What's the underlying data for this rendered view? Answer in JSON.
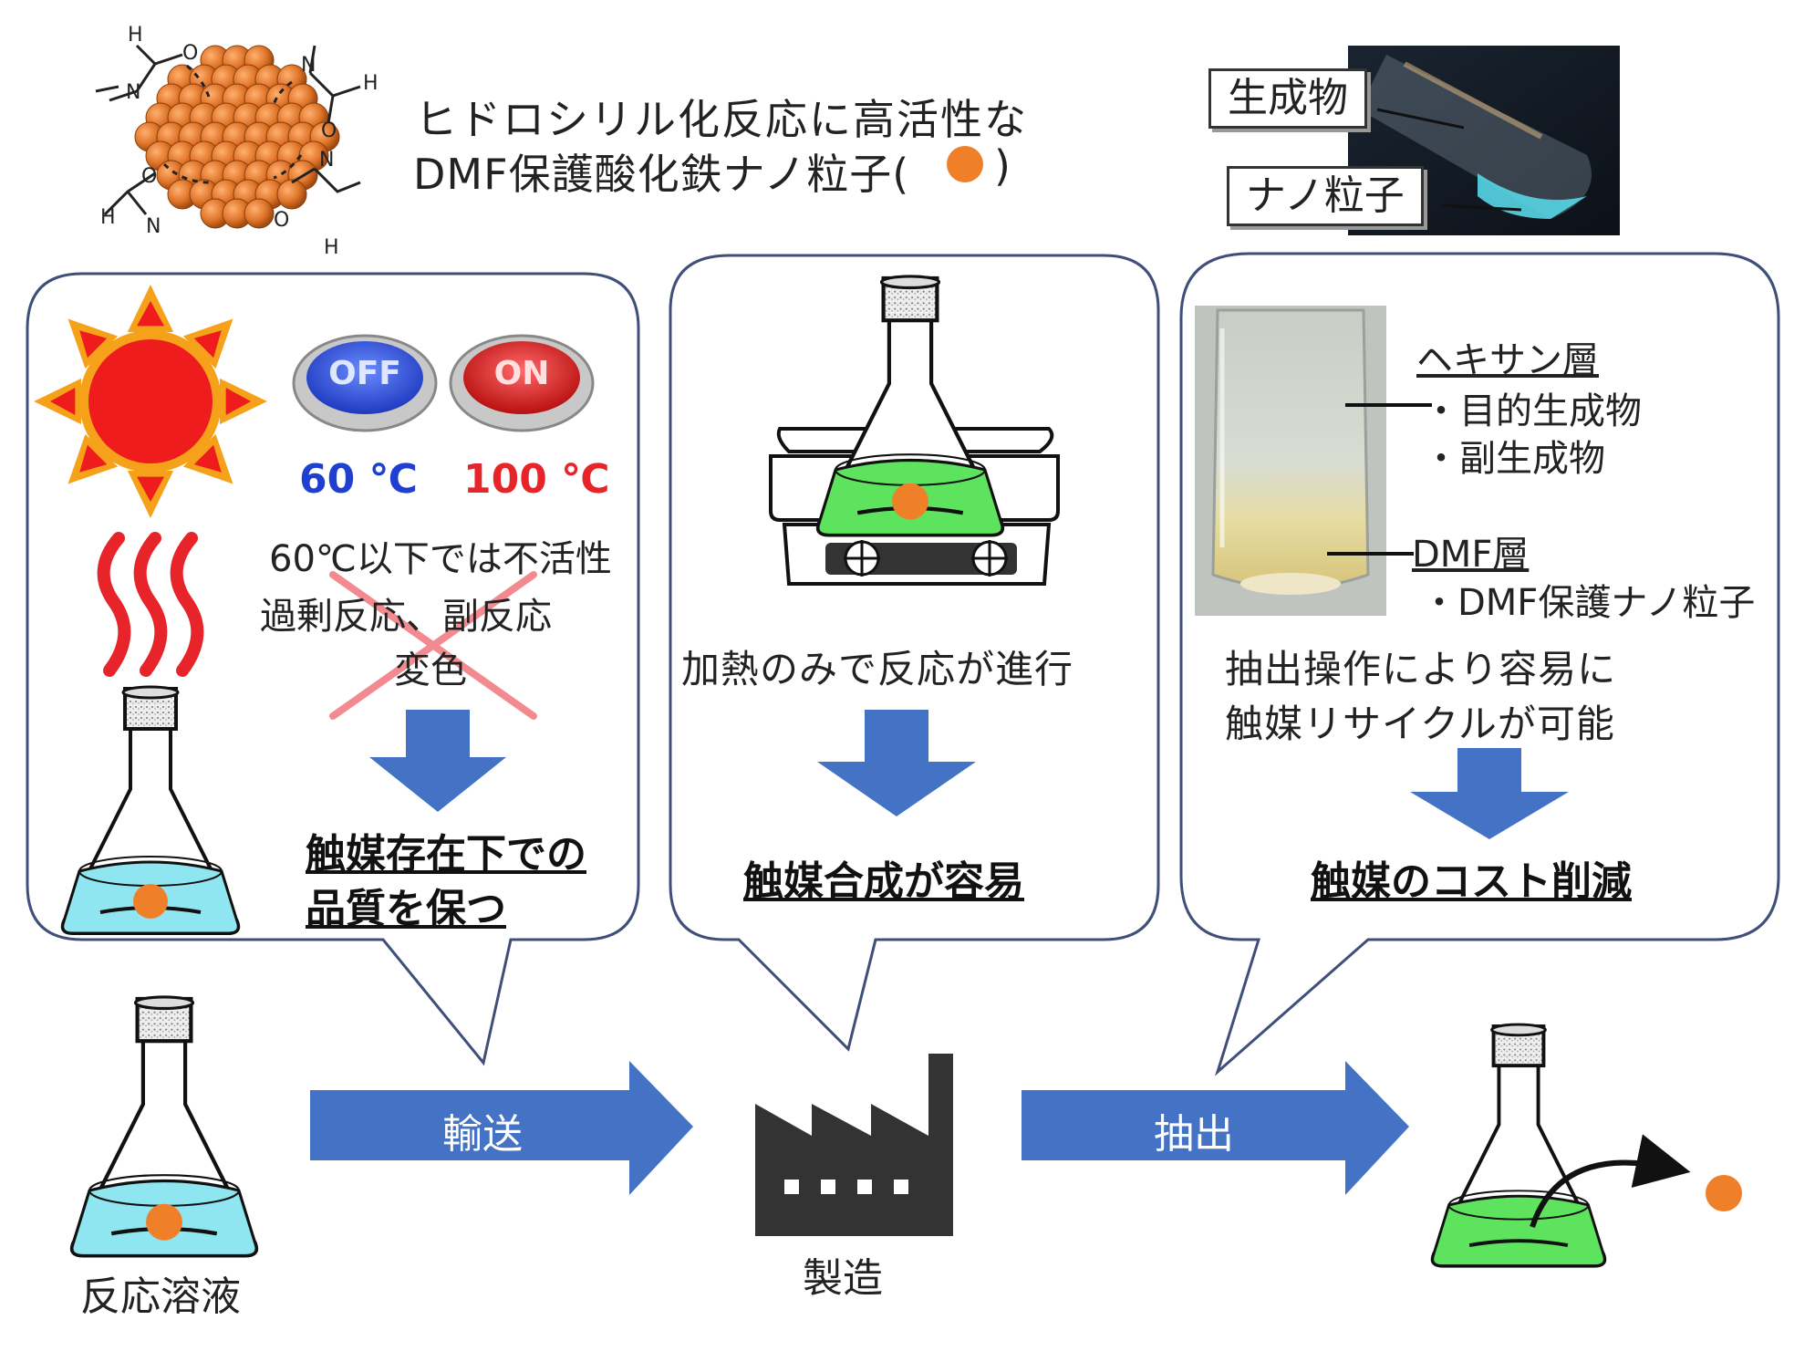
{
  "header": {
    "title_line1": "ヒドロシリル化反応に高活性な",
    "title_line2": "DMF保護酸化鉄ナノ粒子(",
    "title_line2_end": ")"
  },
  "photo_labels": {
    "product": "生成物",
    "nanoparticle": "ナノ粒子"
  },
  "panel_left": {
    "off_label": "OFF",
    "on_label": "ON",
    "temp_low": "60 ℃",
    "temp_high": "100 ℃",
    "note_1": "60℃以下では不活性",
    "note_2": "過剰反応、副反応",
    "note_3": "変色",
    "result_1": "触媒存在下での",
    "result_2": "品質を保つ"
  },
  "panel_mid": {
    "note": "加熱のみで反応が進行",
    "result": "触媒合成が容易"
  },
  "panel_right": {
    "hexane_layer": "ヘキサン層",
    "hexane_item1": "・目的生成物",
    "hexane_item2": "・副生成物",
    "dmf_layer": "DMF層",
    "dmf_item1": "・DMF保護ナノ粒子",
    "note_1": "抽出操作により容易に",
    "note_2": "触媒リサイクルが可能",
    "result": "触媒のコスト削減"
  },
  "flow": {
    "reaction_solution": "反応溶液",
    "transport": "輸送",
    "manufacturing": "製造",
    "extraction": "抽出"
  },
  "colors": {
    "arrow_blue": "#4472c4",
    "nanoparticle_orange": "#f07f2a",
    "liquid_cyan": "#8fe6f0",
    "liquid_green": "#5de35d",
    "sun_red": "#ee1c1c",
    "sun_orange": "#f5a21a",
    "temp_blue": "#1f3fd0",
    "temp_red": "#e8242b",
    "factory_gray": "#333333"
  }
}
